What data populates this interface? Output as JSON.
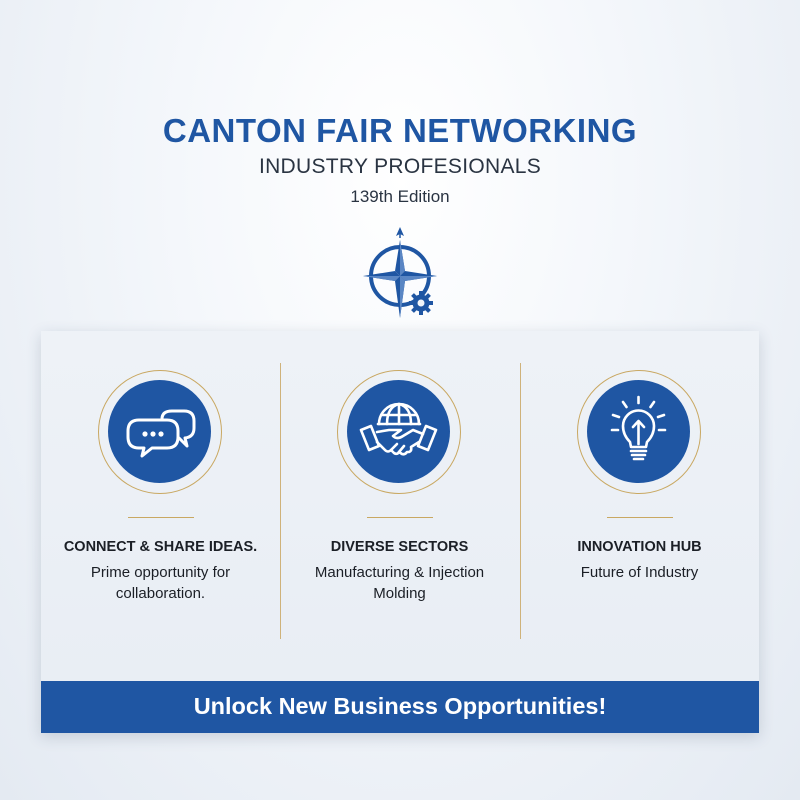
{
  "header": {
    "title": "CANTON FAIR NETWORKING",
    "subtitle": "INDUSTRY PROFESIONALS",
    "edition": "139th Edition"
  },
  "logo_icon": "compass-gear-icon",
  "features": [
    {
      "icon": "chat-bubbles-icon",
      "title": "CONNECT & SHARE IDEAS.",
      "text": "Prime opportunity for collaboration."
    },
    {
      "icon": "globe-handshake-icon",
      "title": "DIVERSE SECTORS",
      "text": "Manufacturing & Injection Molding"
    },
    {
      "icon": "lightbulb-icon",
      "title": "INNOVATION HUB",
      "text": "Future of Industry"
    }
  ],
  "banner": {
    "text": "Unlock New Business Opportunities!"
  },
  "colors": {
    "primary_blue": "#1f56a3",
    "gold_accent": "#c9a862",
    "text_dark": "#1b1f26"
  }
}
